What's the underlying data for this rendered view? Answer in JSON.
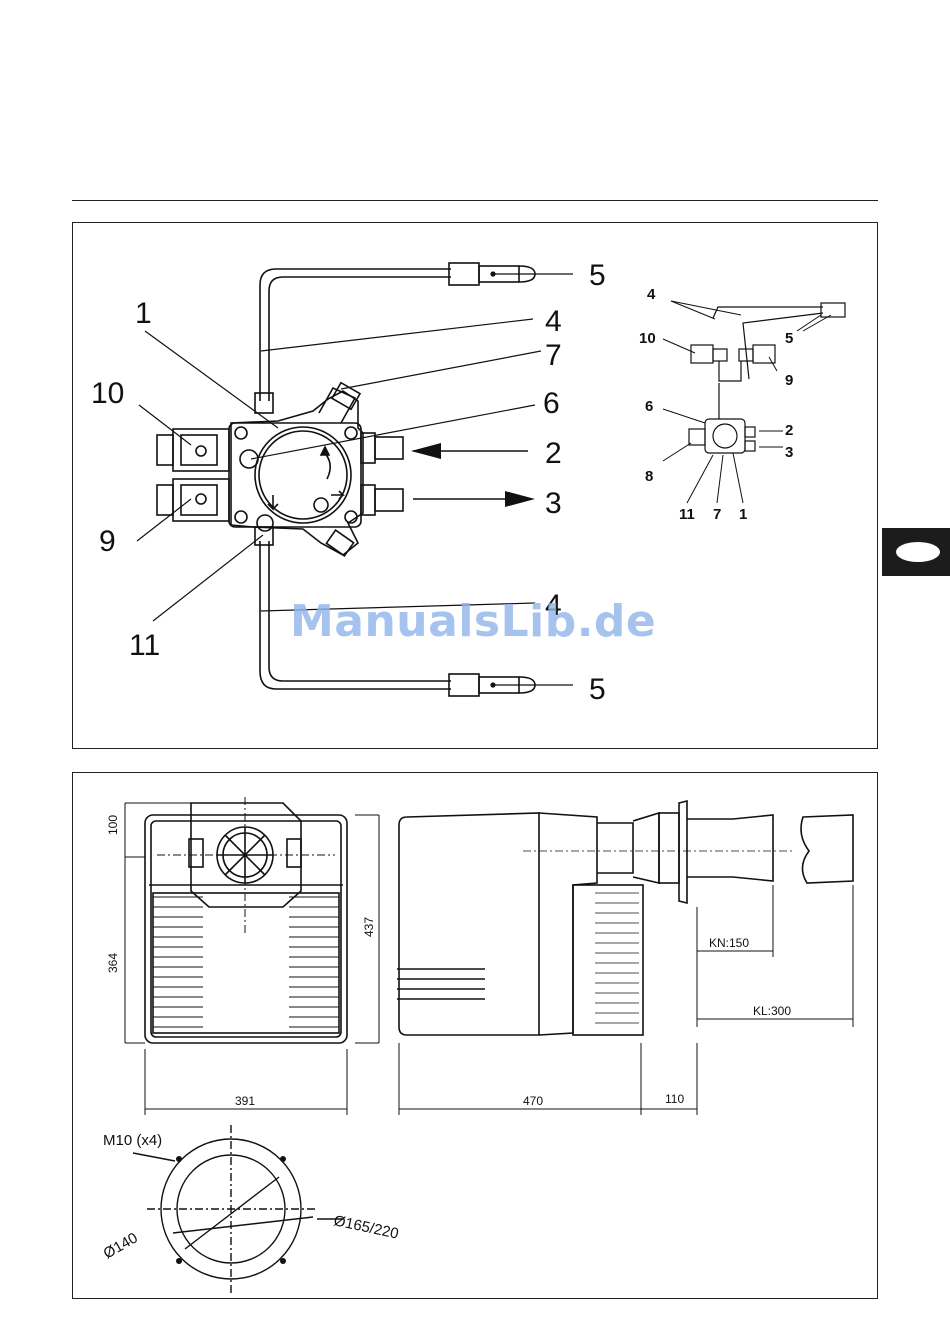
{
  "pump_diagram": {
    "callouts": [
      "1",
      "2",
      "3",
      "4",
      "5",
      "6",
      "7",
      "9",
      "10",
      "11"
    ]
  },
  "mini_diagram": {
    "callouts": [
      "1",
      "2",
      "3",
      "4",
      "5",
      "6",
      "7",
      "8",
      "9",
      "10",
      "11"
    ]
  },
  "dimensions": {
    "front_height_top": "100",
    "front_height_lower": "364",
    "total_height": "437",
    "front_width": "391",
    "body_length": "470",
    "flange_offset": "110",
    "kn": "KN:150",
    "kl": "KL:300"
  },
  "flange": {
    "bolts": "M10 (x4)",
    "inner_diameter": "Ø140",
    "outer_diameter": "Ø165/220"
  },
  "watermark": "ManualsLib.de",
  "colors": {
    "line": "#111111",
    "watermark": "#8fb5ea",
    "tab": "#1c1c1c"
  }
}
